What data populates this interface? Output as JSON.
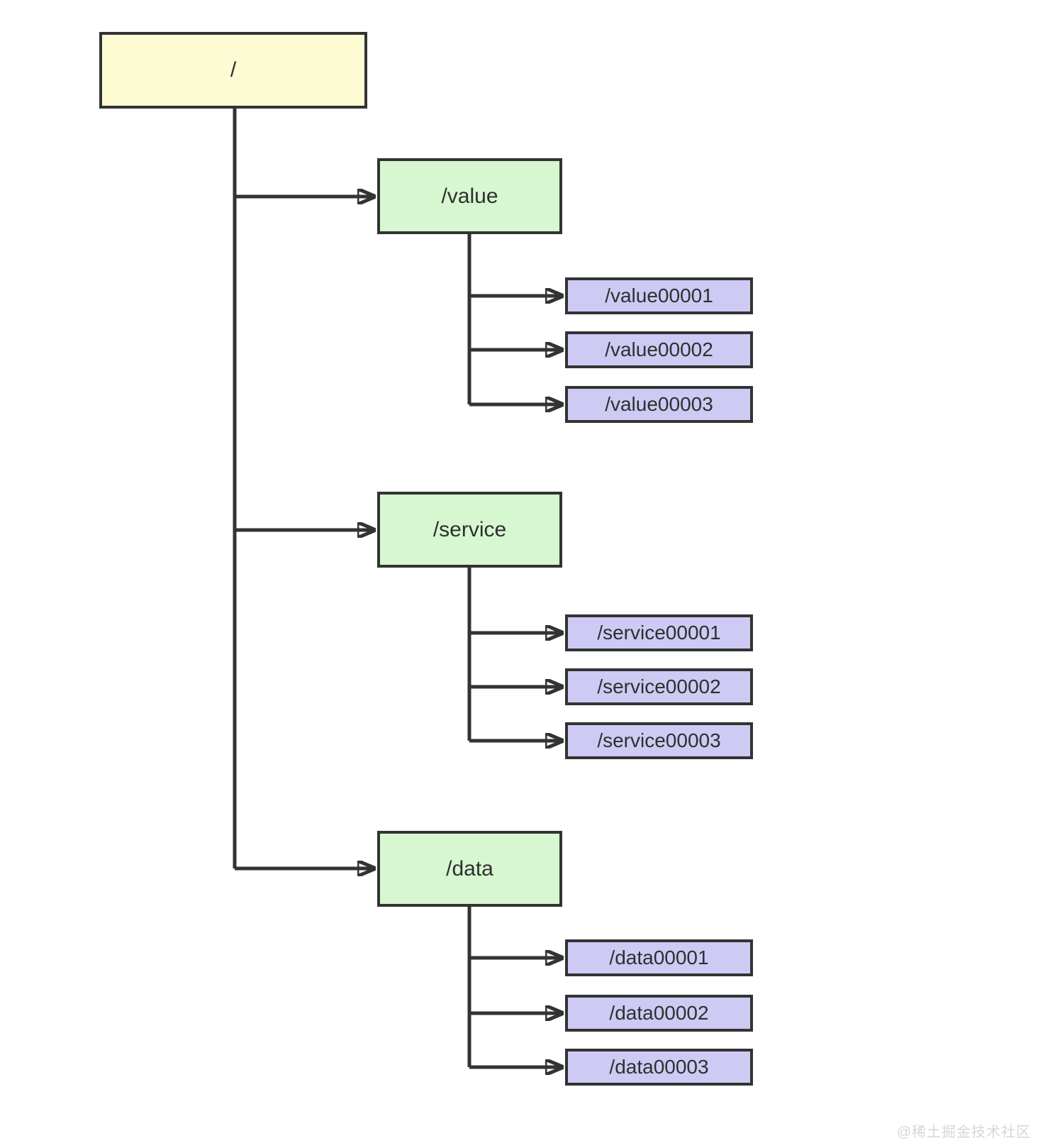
{
  "diagram": {
    "type": "tree",
    "root": {
      "label": "/"
    },
    "branches": [
      {
        "label": "/value",
        "children": [
          "/value00001",
          "/value00002",
          "/value00003"
        ]
      },
      {
        "label": "/service",
        "children": [
          "/service00001",
          "/service00002",
          "/service00003"
        ]
      },
      {
        "label": "/data",
        "children": [
          "/data00001",
          "/data00002",
          "/data00003"
        ]
      }
    ]
  },
  "watermark": "@稀土掘金技术社区",
  "colors": {
    "root_fill": "#FCFBD4",
    "branch_fill": "#D7F7D0",
    "leaf_fill": "#CDCAF4",
    "border": "#333333",
    "line": "#333333",
    "text": "#2F2F2F",
    "watermark": "#D6D6D6",
    "background": "#FFFFFF"
  }
}
